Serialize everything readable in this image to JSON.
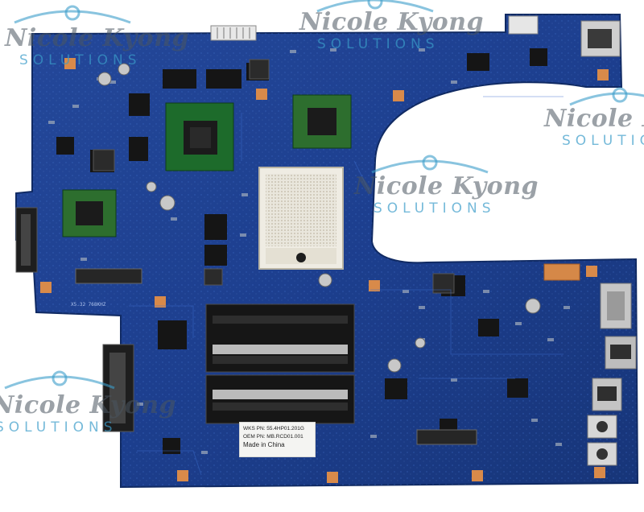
{
  "photo": {
    "subject": "motherboard",
    "colors": {
      "background": "#ffffff",
      "pcb": "#1d3f8f",
      "pcb_dark": "#122c6b",
      "chip": "#1a1a1a",
      "gpu_die": "#2f6b2a",
      "socket": "#e9e6dc",
      "slot": "#222222",
      "pad": "#d88a4a"
    }
  },
  "watermark": {
    "name": "Nicole Kyong",
    "tagline": "SOLUTIONS",
    "tagline_alt": "SOLUTION"
  },
  "sticker": {
    "line1": "WKS PN: 55.4HP01.201G",
    "line2": "OEM PN: MB.RCD01.001",
    "line3": "Made in China"
  },
  "silkscreen": {
    "crystal": "X5.32 768KHZ"
  }
}
